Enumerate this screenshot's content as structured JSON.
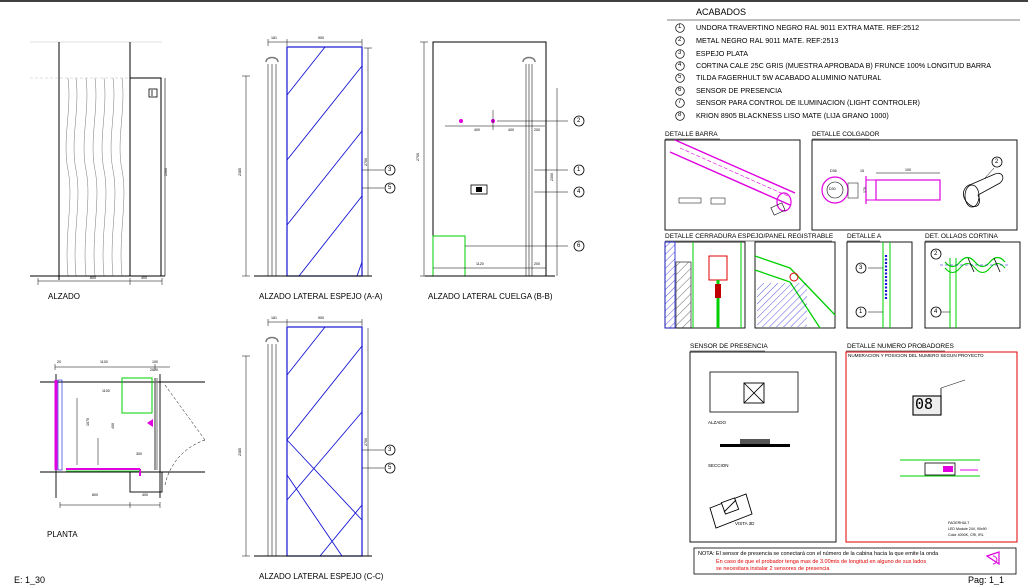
{
  "acabados": {
    "title": "ACABADOS",
    "items": [
      {
        "num": "1",
        "text": "UNDORA TRAVERTINO NEGRO RAL 9011 EXTRA MATE. REF:2512"
      },
      {
        "num": "2",
        "text": "METAL NEGRO RAL 9011 MATE. REF:2513"
      },
      {
        "num": "3",
        "text": "ESPEJO PLATA"
      },
      {
        "num": "4",
        "text": "CORTINA CALE 25C GRIS (MUESTRA APROBADA B) FRUNCE 100% LONGITUD BARRA"
      },
      {
        "num": "5",
        "text": "TILDA FAGERHULT 5W ACABADO ALUMINIO NATURAL"
      },
      {
        "num": "6",
        "text": "SENSOR DE PRESENCIA"
      },
      {
        "num": "7",
        "text": "SENSOR PARA CONTROL DE ILUMINACION (LIGHT CONTROLER)"
      },
      {
        "num": "8",
        "text": "KRION 8905 BLACKNESS LISO MATE (LIJA GRANO 1000)"
      }
    ]
  },
  "views": {
    "alzado": "ALZADO",
    "lateral_espejo_aa": "ALZADO LATERAL ESPEJO (A-A)",
    "lateral_cuelga_bb": "ALZADO LATERAL CUELGA (B-B)",
    "planta": "PLANTA",
    "lateral_espejo_cc": "ALZADO LATERAL ESPEJO (C-C)"
  },
  "details": {
    "barra": "DETALLE BARRA",
    "colgador": "DETALLE COLGADOR",
    "cerradura": "DETALLE CERRADURA ESPEJO/PANEL REGISTRABLE",
    "detalle_a": "DETALLE A",
    "ollaos": "DET. OLLAOS CORTINA",
    "sensor": "SENSOR DE PRESENCIA",
    "numero": "DETALLE NUMERO PROBADORES",
    "numero_sub": "NUMERACION Y POSICION DEL NUMERO SEGUN PROYECTO",
    "sensor_alzado": "ALZADO",
    "sensor_seccion": "SECCION",
    "sensor_vista": "VISTA 3D",
    "number_shown": "08",
    "fagerhult_1": "FAGERHULT",
    "fagerhult_2": "LED Module 24V, 90x90",
    "fagerhult_3": "Color 4000K, CRI, IRL"
  },
  "note": {
    "main": "NOTA: El sensor de presencia se conectará con el número de la cabina hacia la que emite la onda",
    "red1": "En caso de que el probador tenga mas de 3.00mts de longitud en alguno de sus lados",
    "red2": "se necesitara instalar 2 sensores de presencia"
  },
  "footer": {
    "scale": "E: 1_30",
    "page": "Pag: 1_1"
  },
  "dims": {
    "d181": "181",
    "d900": "900",
    "d800": "800",
    "d400": "400",
    "d200": "200",
    "d2700": "2700",
    "d2385": "2385",
    "d2300": "2300",
    "d1120": "1120",
    "d1100": "1100",
    "d100": "100",
    "d20": "20",
    "d300": "300",
    "d1070": "1070",
    "d2520": "2520",
    "d036": "D36",
    "d030": "D30",
    "d15": "15",
    "d170": "170"
  },
  "colors": {
    "line": "#000000",
    "blue": "#1414d4",
    "green": "#00d000",
    "magenta": "#e000e0",
    "red": "#e00000",
    "grey": "#8a8a8a"
  }
}
